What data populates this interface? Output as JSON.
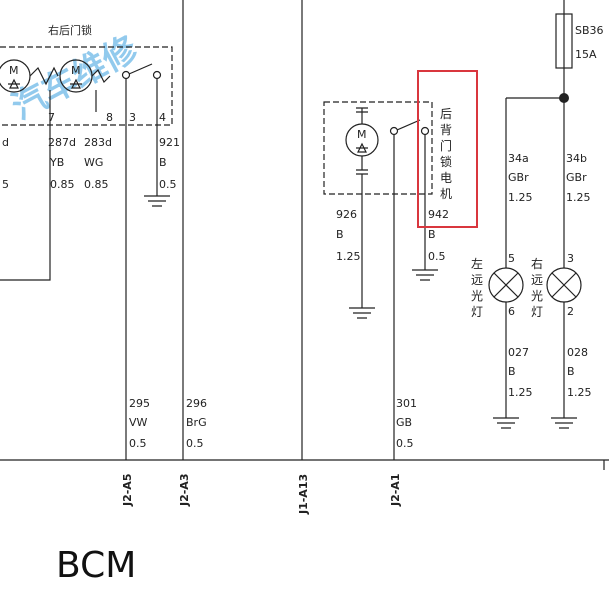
{
  "header_text": "右后门锁",
  "watermark": "汽车维修",
  "fuse": {
    "name": "SB36",
    "rating": "15A"
  },
  "left_module": {
    "pins": [
      "7",
      "8",
      "3",
      "4"
    ],
    "wires": [
      {
        "id": "287d",
        "color": "YB",
        "size": "0.85"
      },
      {
        "id": "283d",
        "color": "WG",
        "size": "0.85"
      },
      {
        "id": "921",
        "color": "B",
        "size": "0.5"
      }
    ],
    "partial_wire": {
      "id": "d",
      "size": "5"
    }
  },
  "motor_symbol": "M",
  "tailgate_motor": {
    "label_lines": [
      "后",
      "背",
      "门",
      "锁",
      "电",
      "机"
    ],
    "left_wire": {
      "id": "926",
      "color": "B",
      "size": "1.25"
    },
    "right_wire": {
      "id": "942",
      "color": "B",
      "size": "0.5"
    }
  },
  "lamps": [
    {
      "name_lines": [
        "左",
        "远",
        "光",
        "灯"
      ],
      "pin_top": "5",
      "pin_bottom": "6",
      "top_wire": {
        "id": "34a",
        "color": "GBr",
        "size": "1.25"
      },
      "bottom_wire": {
        "id": "027",
        "color": "B",
        "size": "1.25"
      }
    },
    {
      "name_lines": [
        "右",
        "远",
        "光",
        "灯"
      ],
      "pin_top": "3",
      "pin_bottom": "2",
      "top_wire": {
        "id": "34b",
        "color": "GBr",
        "size": "1.25"
      },
      "bottom_wire": {
        "id": "028",
        "color": "B",
        "size": "1.25"
      }
    }
  ],
  "bcm_wires": [
    {
      "id": "295",
      "color": "VW",
      "size": "0.5"
    },
    {
      "id": "296",
      "color": "BrG",
      "size": "0.5"
    },
    {
      "id": "301",
      "color": "GB",
      "size": "0.5"
    }
  ],
  "bcm_pins": [
    "J2-A5",
    "J2-A3",
    "J1-A13",
    "J2-A1"
  ],
  "module_label": "BCM",
  "highlight_color": "#d9363e"
}
